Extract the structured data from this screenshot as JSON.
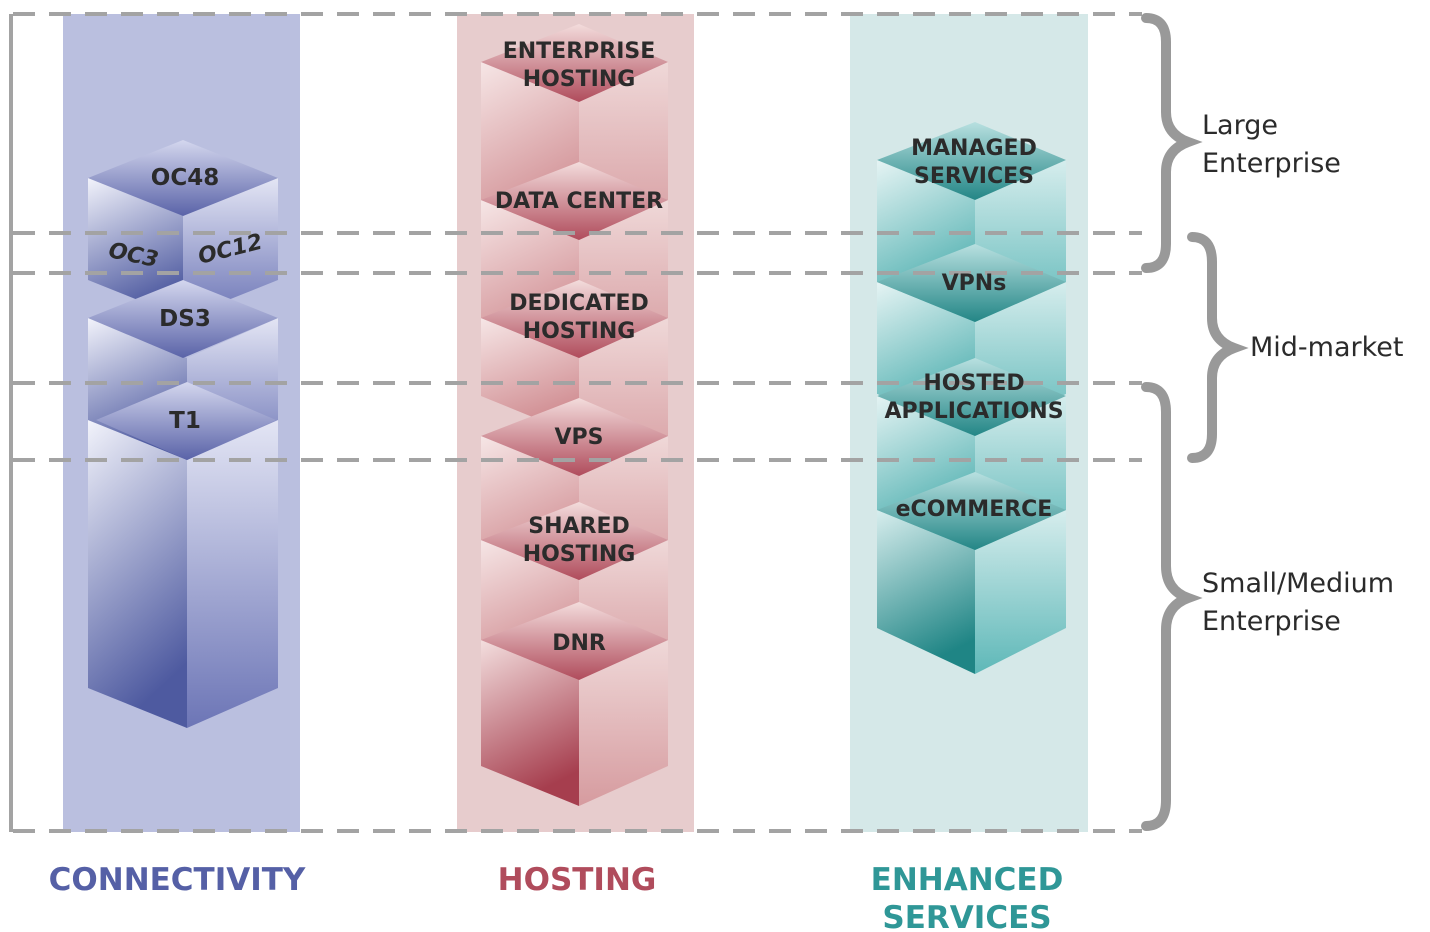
{
  "columns": {
    "connectivity": {
      "label": "CONNECTIVITY",
      "color": "#5560a6",
      "band_color": "#babfdf"
    },
    "hosting": {
      "label": "HOSTING",
      "color": "#b04c5c",
      "band_color": "#e7cccd"
    },
    "enhanced": {
      "label_line1": "ENHANCED",
      "label_line2": "SERVICES",
      "color": "#2f9797",
      "band_color": "#d5e8e8"
    }
  },
  "connectivity_blocks": {
    "oc48": "OC48",
    "oc3": "OC3",
    "oc12": "OC12",
    "ds3": "DS3",
    "t1": "T1"
  },
  "hosting_blocks": {
    "enterprise_line1": "ENTERPRISE",
    "enterprise_line2": "HOSTING",
    "data_center": "DATA CENTER",
    "dedicated_line1": "DEDICATED",
    "dedicated_line2": "HOSTING",
    "vps": "VPS",
    "shared_line1": "SHARED",
    "shared_line2": "HOSTING",
    "dnr": "DNR"
  },
  "enhanced_blocks": {
    "managed_line1": "MANAGED",
    "managed_line2": "SERVICES",
    "vpns": "VPNs",
    "hosted_line1": "HOSTED",
    "hosted_line2": "APPLICATIONS",
    "ecommerce": "eCOMMERCE"
  },
  "segments": {
    "large_line1": "Large",
    "large_line2": "Enterprise",
    "mid": "Mid-market",
    "small_line1": "Small/Medium",
    "small_line2": "Enterprise"
  },
  "colors": {
    "dash_line": "#a3a3a3",
    "brace": "#999999",
    "text": "#2b2b2b"
  }
}
